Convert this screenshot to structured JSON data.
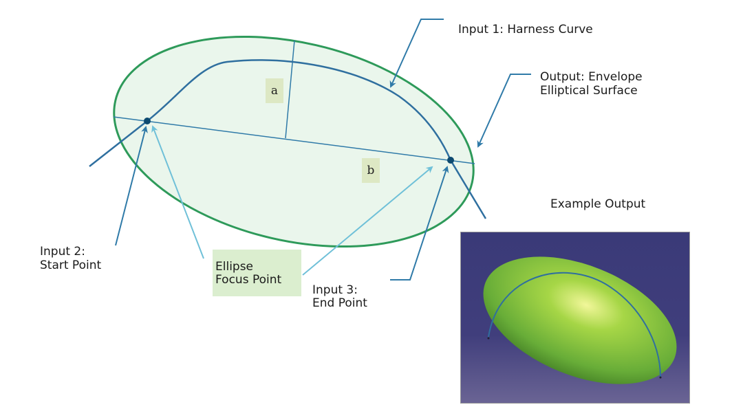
{
  "labels": {
    "input1": "Input 1: Harness Curve",
    "output_line1": "Output: Envelope",
    "output_line2": "Elliptical Surface",
    "input2_line1": "Input 2:",
    "input2_line2": "Start Point",
    "focus_line1": "Ellipse",
    "focus_line2": "Focus Point",
    "input3_line1": "Input 3:",
    "input3_line2": "End Point",
    "example_title": "Example Output",
    "axis_a": "a",
    "axis_b": "b"
  },
  "colors": {
    "ellipse_stroke": "#2e9a5a",
    "ellipse_fill": "#eaf6ec",
    "curve": "#2f6f9f",
    "arrow_dark": "#2f7aa8",
    "arrow_light": "#6fc0d8"
  }
}
